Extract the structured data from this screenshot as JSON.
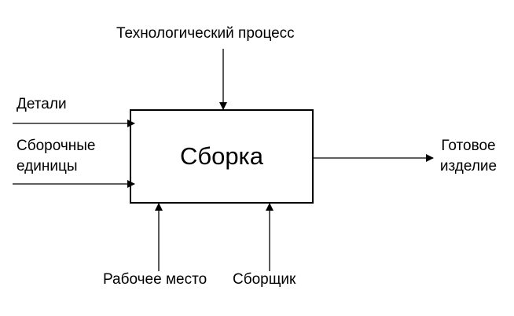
{
  "diagram": {
    "function_box": "Сборка",
    "control": [
      "Технологический процесс"
    ],
    "inputs": [
      [
        "Детали"
      ],
      [
        "Сборочные",
        "единицы"
      ]
    ],
    "output": [
      "Готовое",
      "изделие"
    ],
    "mechanisms": [
      "Рабочее место",
      "Сборщик"
    ],
    "colors": {
      "line": "#000000",
      "background": "#ffffff"
    }
  }
}
